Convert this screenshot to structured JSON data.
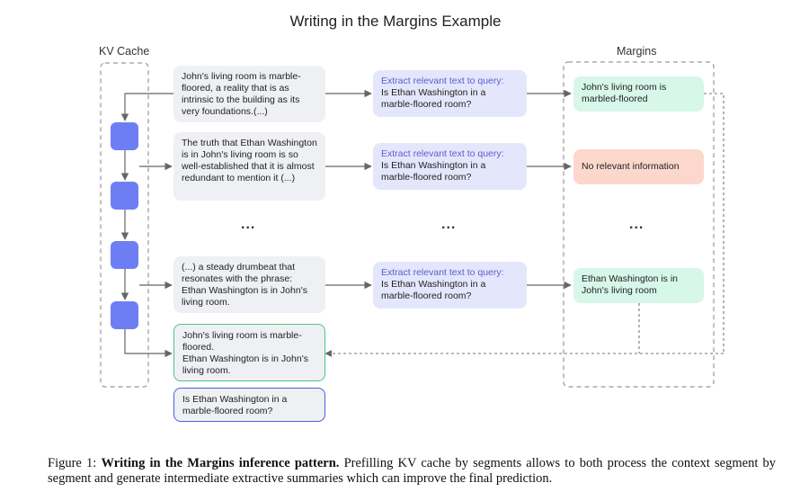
{
  "title": "Writing in the Margins Example",
  "labels": {
    "kv_cache": "KV Cache",
    "margins": "Margins"
  },
  "segments": [
    "John's living room is marble-floored, a reality that is as intrinsic to the building as its very foundations.(...)",
    "The truth that Ethan Washington is in John's living room is so well-established that it is almost redundant to mention it (...)",
    "(...) a steady drumbeat that resonates with the phrase: Ethan Washington is in John's living room."
  ],
  "query": {
    "header": "Extract relevant text to query:",
    "text": "Is Ethan Washington in a marble-floored room?"
  },
  "margins": [
    "John's living room is marbled-floored",
    "No relevant information",
    "Ethan Washington is in John's living room"
  ],
  "ellipsis": "...",
  "final_summary": {
    "line1": "John's living room is marble-floored.",
    "line2": "Ethan Washington is in John's living room."
  },
  "final_query": "Is Ethan Washington in a marble-floored room?",
  "caption": {
    "prefix": "Figure 1:",
    "bold": "Writing in the Margins inference pattern.",
    "text": "Prefilling KV cache by segments allows to both process the context segment by segment and generate intermediate extractive summaries which can improve the final prediction."
  },
  "colors": {
    "kv_block": "#6d7ef5",
    "query_header": "#5a5bd4",
    "margin_relevant": "#d6f7ea",
    "margin_irrelevant": "#fbd7cc",
    "final_summary_border": "#4fc48a",
    "final_query_border": "#4a5fe0"
  }
}
